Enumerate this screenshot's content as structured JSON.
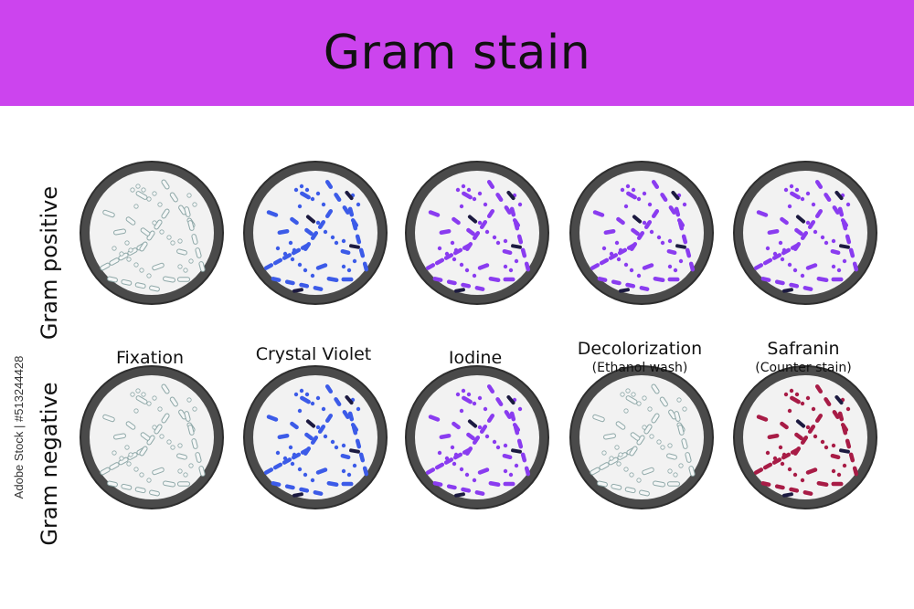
{
  "title": "Gram stain",
  "banner_color": "#cc44ee",
  "rows": [
    {
      "label": "Gram positive"
    },
    {
      "label": "Gram negative"
    }
  ],
  "steps": [
    {
      "name": "Fixation",
      "sub": ""
    },
    {
      "name": "Crystal Violet",
      "sub": ""
    },
    {
      "name": "Iodine",
      "sub": ""
    },
    {
      "name": "Decolorization",
      "sub": "(Ethanol wash)"
    },
    {
      "name": "Safranin",
      "sub": "(Counter stain)"
    }
  ],
  "stain_colors": {
    "unstained": "#d8e6e6",
    "crystal_violet": "#3c5be8",
    "iodine": "#8a3cf0",
    "safranin": "#a81c46",
    "dark_cell": "#1c1a40"
  },
  "dish_stains": {
    "positive": [
      "unstained",
      "crystal_violet",
      "iodine",
      "iodine",
      "iodine"
    ],
    "negative": [
      "unstained",
      "crystal_violet",
      "iodine",
      "unstained",
      "safranin"
    ]
  },
  "credit": "Adobe Stock | #513244428"
}
